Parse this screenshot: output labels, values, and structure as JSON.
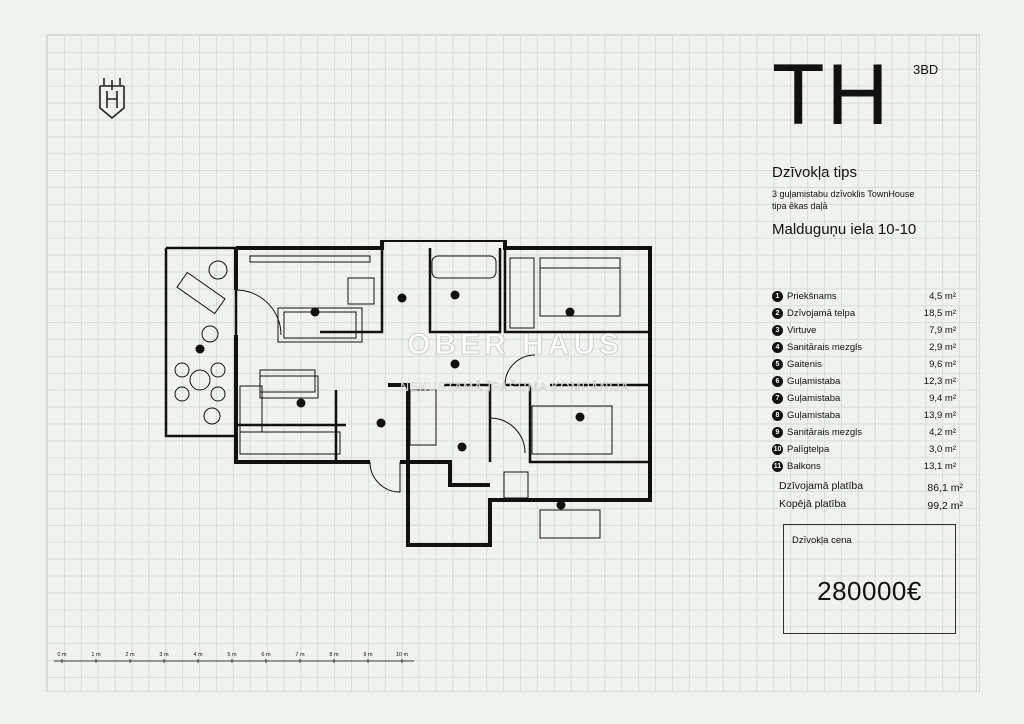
{
  "header": {
    "title": "TH",
    "subtitle": "3BD"
  },
  "info": {
    "type_heading": "Dzīvokļa tips",
    "description_line1": "3 guļamistabu dzīvoklis TownHouse",
    "description_line2": "tipa ēkas daļā",
    "address": "Malduguņu iela 10-10"
  },
  "rooms": [
    {
      "no": "1",
      "name": "Priekšnams",
      "area": "4,5 m²"
    },
    {
      "no": "2",
      "name": "Dzīvojamā telpa",
      "area": "18,5 m²"
    },
    {
      "no": "3",
      "name": "Virtuve",
      "area": "7,9 m²"
    },
    {
      "no": "4",
      "name": "Sanitārais mezgls",
      "area": "2,9 m²"
    },
    {
      "no": "5",
      "name": "Gaitenis",
      "area": "9,6 m²"
    },
    {
      "no": "6",
      "name": "Guļamistaba",
      "area": "12,3 m²"
    },
    {
      "no": "7",
      "name": "Guļamistaba",
      "area": "9,4 m²"
    },
    {
      "no": "8",
      "name": "Guļamistaba",
      "area": "13,9 m²"
    },
    {
      "no": "9",
      "name": "Sanitārais mezgls",
      "area": "4,2 m²"
    },
    {
      "no": "10",
      "name": "Palīgtelpa",
      "area": "3,0 m²"
    },
    {
      "no": "11",
      "name": "Balkons",
      "area": "13,1 m²"
    }
  ],
  "totals": {
    "living_label": "Dzīvojamā platība",
    "living_area": "86,1 m²",
    "total_label": "Kopējā platība",
    "total_area": "99,2 m²"
  },
  "price": {
    "label": "Dzīvokļa cena",
    "value": "280000€"
  },
  "watermark": {
    "brand": "OBER HAUS",
    "tagline": "NEKUSTAMĀ ĪPAŠUMA KOMPĀNIJA"
  },
  "scale_labels": [
    "0 m",
    "1 m",
    "2 m",
    "3 m",
    "4 m",
    "5 m",
    "6 m",
    "7 m",
    "8 m",
    "9 m",
    "10 m"
  ]
}
